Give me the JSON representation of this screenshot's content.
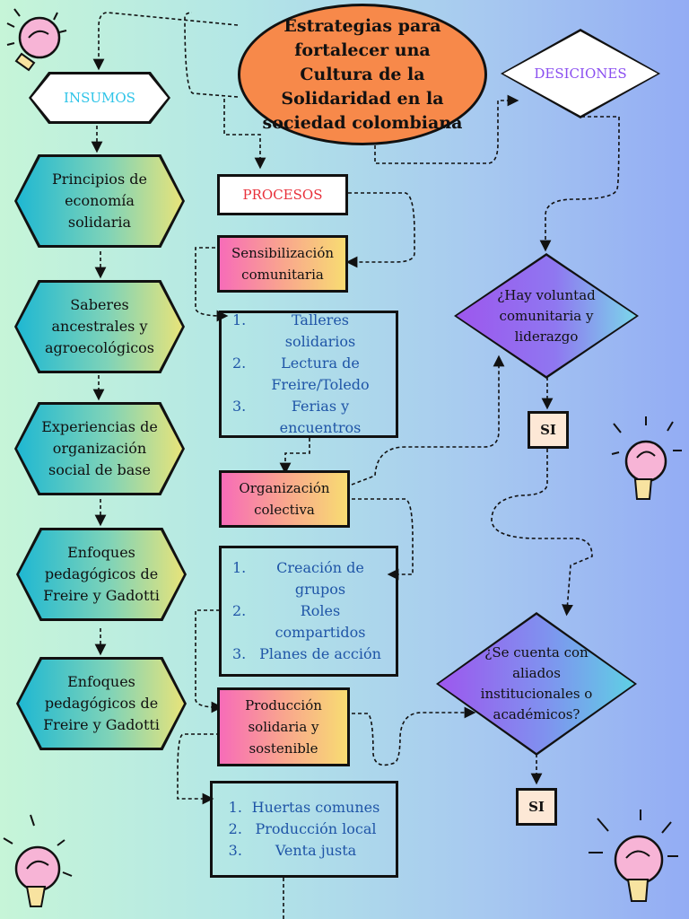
{
  "title": "Estrategias para fortalecer una Cultura de la Solidaridad en la sociedad colombiana",
  "columns": {
    "insumos": "INSUMOS",
    "procesos": "PROCESOS",
    "desiciones": "DESICIONES"
  },
  "insumos": [
    "Principios de economía solidaria",
    "Saberes ancestrales y agroecológicos",
    "Experiencias de organización social de base",
    "Enfoques pedagógicos de Freire y Gadotti",
    "Enfoques pedagógicos de Freire y Gadotti"
  ],
  "procesos": [
    {
      "name": "Sensibilización comunitaria",
      "items": [
        {
          "n": "1.",
          "t": "Talleres solidarios"
        },
        {
          "n": "2.",
          "t": "Lectura de Freire/Toledo"
        },
        {
          "n": "3.",
          "t": "Ferias y encuentros"
        }
      ]
    },
    {
      "name": "Organización colectiva",
      "items": [
        {
          "n": "1.",
          "t": "Creación de grupos"
        },
        {
          "n": "2.",
          "t": "Roles compartidos"
        },
        {
          "n": "3.",
          "t": "Planes de acción"
        }
      ]
    },
    {
      "name": "Producción solidaria y sostenible",
      "items": [
        {
          "n": "1.",
          "t": "Huertas comunes"
        },
        {
          "n": "2.",
          "t": "Producción local"
        },
        {
          "n": "3.",
          "t": "Venta justa"
        }
      ]
    }
  ],
  "decisiones": [
    {
      "question": "¿Hay voluntad comunitaria y liderazgo",
      "answer": "SI"
    },
    {
      "question": "¿Se cuenta con aliados institucionales o académicos?",
      "answer": "SI"
    }
  ],
  "colors": {
    "insumos_label": "#2ec4e8",
    "procesos_label": "#e8303a",
    "desiciones_label": "#8a4ef0",
    "title_oval": "#f7894a",
    "list_text": "#1f55a7"
  },
  "icons": [
    "lightbulb-icon"
  ]
}
